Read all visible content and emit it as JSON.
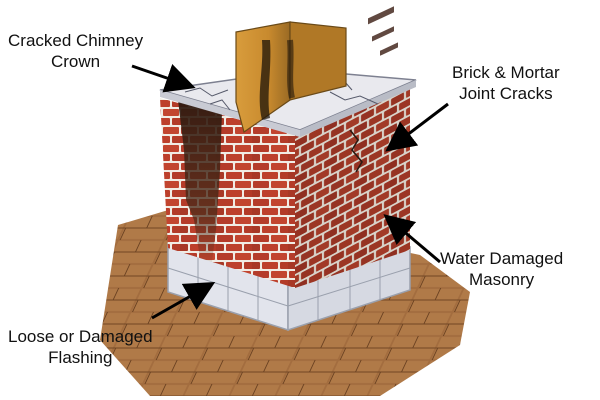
{
  "labels": {
    "crown": [
      "Cracked Chimney",
      "Crown"
    ],
    "joint": [
      "Brick & Mortar",
      "Joint Cracks"
    ],
    "water": [
      "Water Damaged",
      "Masonry"
    ],
    "flashing": [
      "Loose or Damaged",
      "Flashing"
    ]
  },
  "colors": {
    "brick": "#b53c2a",
    "mortar": "#f1ece4",
    "roof": "#a06a3c",
    "crown": "#e8e8ec",
    "flue": "#d69a3a",
    "stain": "#4a2a18",
    "flashing": "#e4e6ee"
  }
}
